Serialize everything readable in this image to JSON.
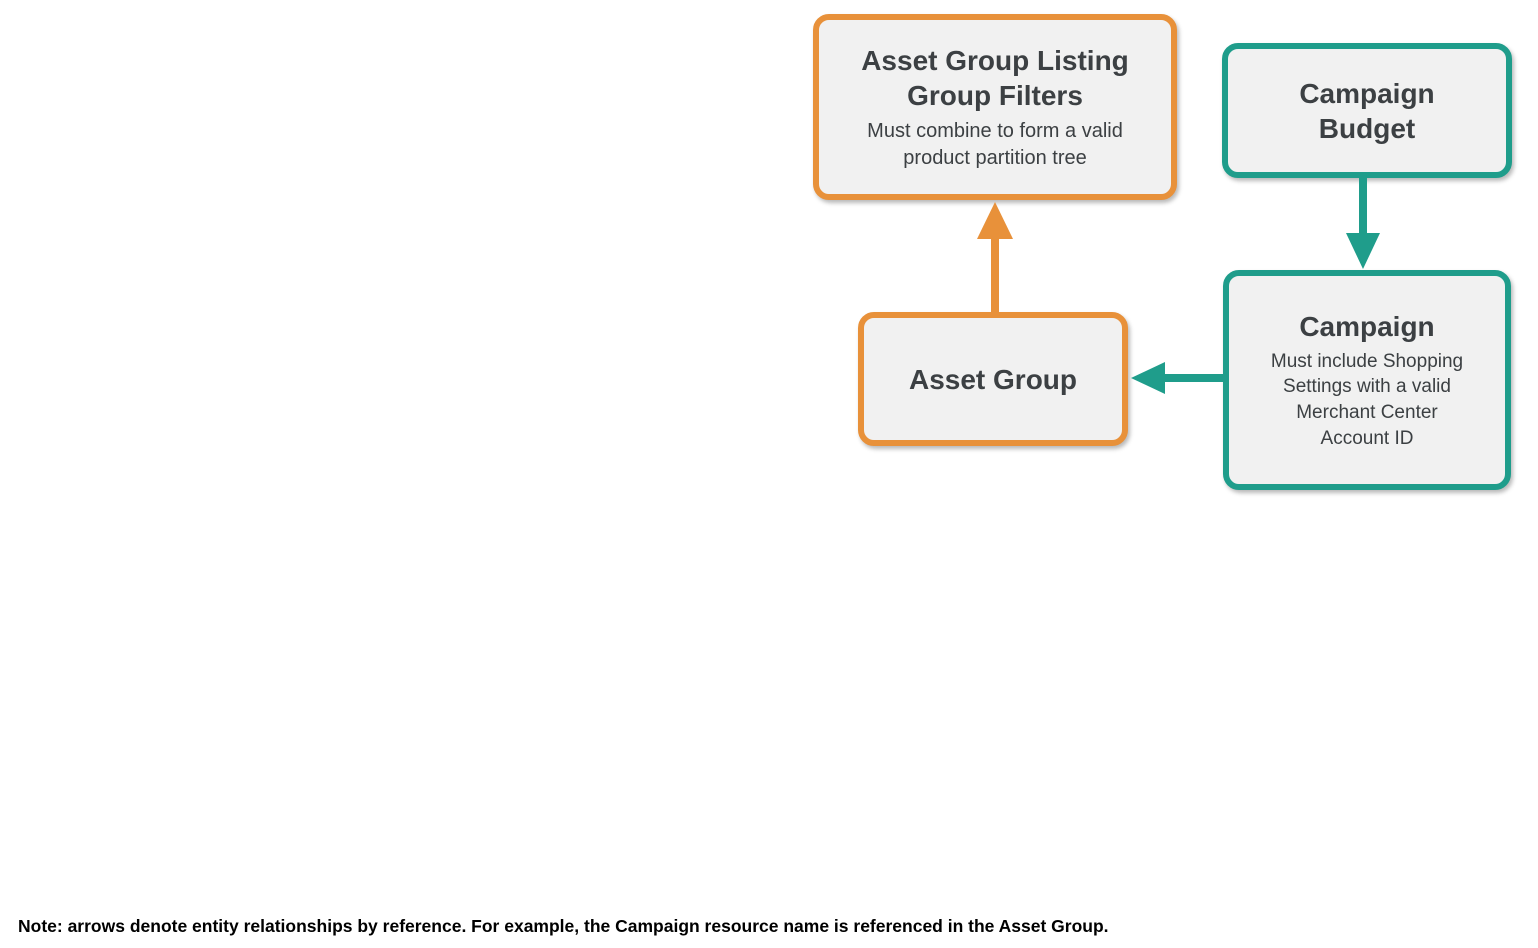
{
  "colors": {
    "orange": "#E8913A",
    "teal": "#1F9D8B",
    "node_fill": "#F1F1F1",
    "text": "#3C4043",
    "note_text": "#000000"
  },
  "nodes": {
    "listing_filters": {
      "title": "Asset Group Listing Group Filters",
      "subtitle": "Must combine to form a valid product partition tree"
    },
    "campaign_budget": {
      "title": "Campaign Budget"
    },
    "campaign": {
      "title": "Campaign",
      "subtitle": "Must include Shopping Settings with a valid Merchant Center Account ID"
    },
    "asset_group": {
      "title": "Asset Group"
    }
  },
  "relationships": [
    {
      "from": "Asset Group",
      "to": "Asset Group Listing Group Filters",
      "color": "orange"
    },
    {
      "from": "Campaign Budget",
      "to": "Campaign",
      "color": "teal"
    },
    {
      "from": "Campaign",
      "to": "Asset Group",
      "color": "teal"
    }
  ],
  "note": "Note: arrows denote entity relationships by reference. For example, the Campaign resource name is referenced in the Asset Group."
}
